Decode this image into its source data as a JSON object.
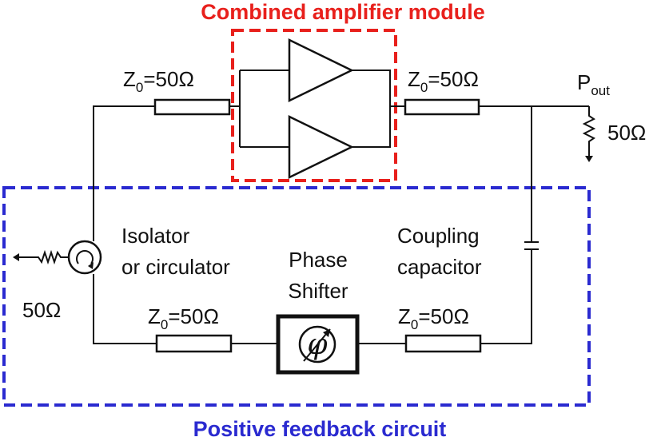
{
  "module_title": "Combined amplifier module",
  "feedback_title": "Positive feedback circuit",
  "tline_labels": {
    "z_symbol": "Z",
    "z_subscript": "0",
    "z_value": "=50Ω"
  },
  "output": {
    "p_symbol": "P",
    "p_subscript": "out",
    "load": "50Ω"
  },
  "isolator": {
    "line1": "Isolator",
    "line2": "or circulator",
    "termination": "50Ω"
  },
  "phase_shifter": {
    "line1": "Phase",
    "line2": "Shifter",
    "symbol": "φ"
  },
  "coupling": {
    "line1": "Coupling",
    "line2": "capacitor"
  },
  "colors": {
    "module_border": "#e8201c",
    "module_title": "#e8201c",
    "feedback_border": "#2a2ad0",
    "feedback_title": "#2a2ad0",
    "wire": "#111111"
  }
}
